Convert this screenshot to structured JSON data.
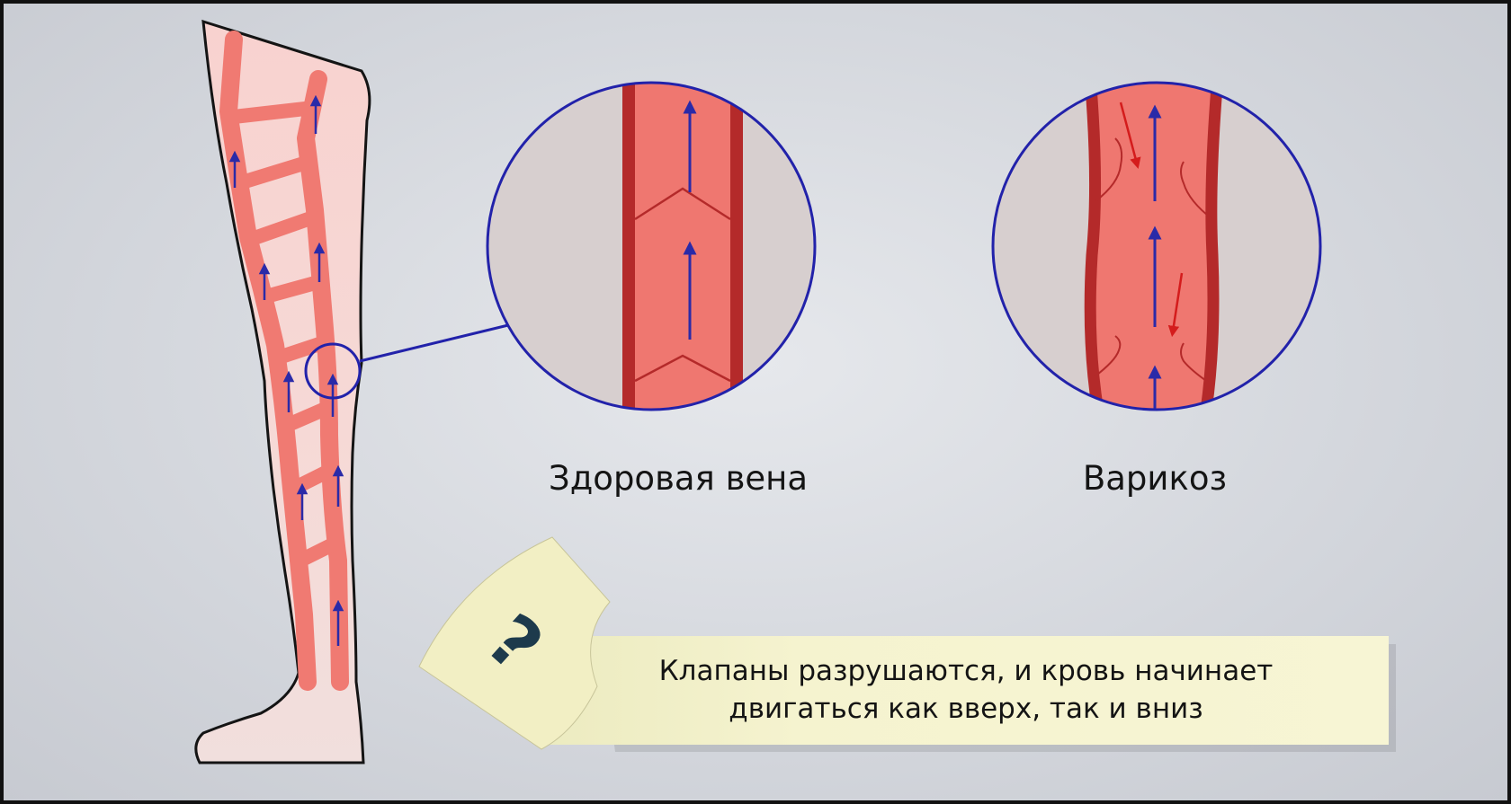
{
  "labels": {
    "healthy": "Здоровая вена",
    "varicose": "Варикоз"
  },
  "note": {
    "line1": "Клапаны разрушаются, и кровь начинает",
    "line2": "двигаться как вверх, так и вниз",
    "icon": "question-mark-icon"
  },
  "colors": {
    "background": "#d7dae0",
    "vein": "#ee7670",
    "vein_wall": "#b42a2a",
    "magnifier": "#2222aa",
    "flow_up": "#2a2aa8",
    "flow_down": "#d41c1c",
    "skin": "#f7d6d3",
    "note_paper": "#f3f0c8"
  }
}
